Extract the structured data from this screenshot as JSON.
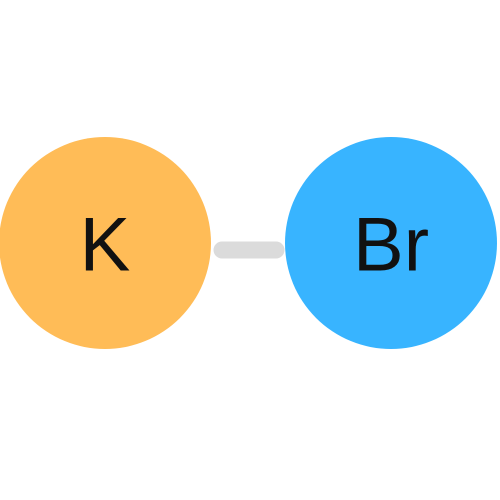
{
  "molecule": {
    "atoms": [
      {
        "id": "atom-k",
        "symbol": "K",
        "color": "#FFBC57"
      },
      {
        "id": "atom-br",
        "symbol": "Br",
        "color": "#38B4FF"
      }
    ],
    "bond": {
      "from": "K",
      "to": "Br",
      "order": 1,
      "color": "#DBDBDB"
    }
  }
}
